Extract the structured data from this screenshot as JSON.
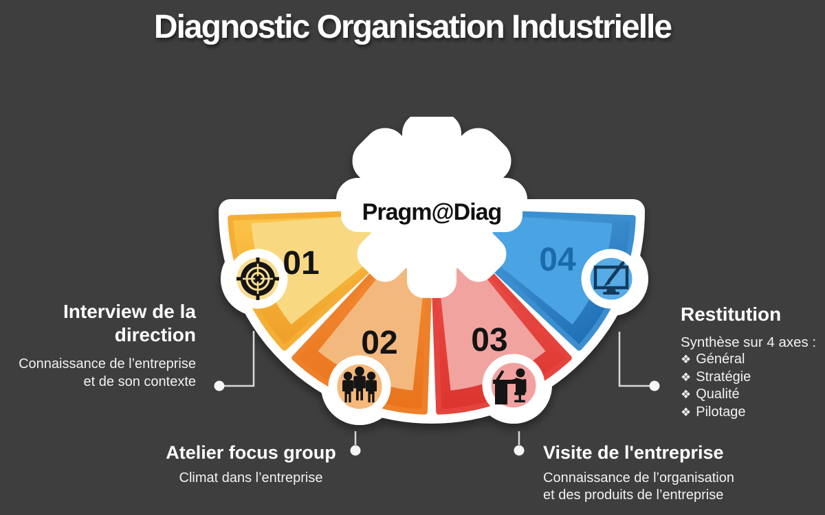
{
  "background_color": "#3e3e3e",
  "title": "Diagnostic Organisation Industrielle",
  "diagram": {
    "center_label": "Pragm@Diag",
    "steps": [
      {
        "number": "01",
        "icon": "target-icon",
        "color_dark": "#EE9E27",
        "color_light": "#F8D982",
        "badge_color": "#F9DD92"
      },
      {
        "number": "02",
        "icon": "people-icon",
        "color_dark": "#E9731B",
        "color_light": "#F3B87E",
        "badge_color": "#F5B97C"
      },
      {
        "number": "03",
        "icon": "desk-worker-icon",
        "color_dark": "#DC342E",
        "color_light": "#F1A3A0",
        "badge_color": "#F1A2A0"
      },
      {
        "number": "04",
        "icon": "monitor-pen-icon",
        "color_dark": "#1D6DB3",
        "color_light": "#4AA3E2",
        "badge_color": "#58ACE6"
      }
    ]
  },
  "annotations": {
    "interview": {
      "title": "Interview de la\ndirection",
      "subtitle": "Connaissance de l’entreprise\net de son contexte"
    },
    "atelier": {
      "title": "Atelier focus group",
      "subtitle": "Climat dans l’entreprise"
    },
    "visite": {
      "title": "Visite de l'entreprise",
      "subtitle": "Connaissance de l’organisation\net des produits de l’entreprise"
    },
    "restitution": {
      "title": "Restitution",
      "subtitle": "Synthèse sur 4 axes :",
      "bullet": "❖",
      "items": [
        "Général",
        "Stratégie",
        "Qualité",
        "Pilotage"
      ]
    }
  }
}
